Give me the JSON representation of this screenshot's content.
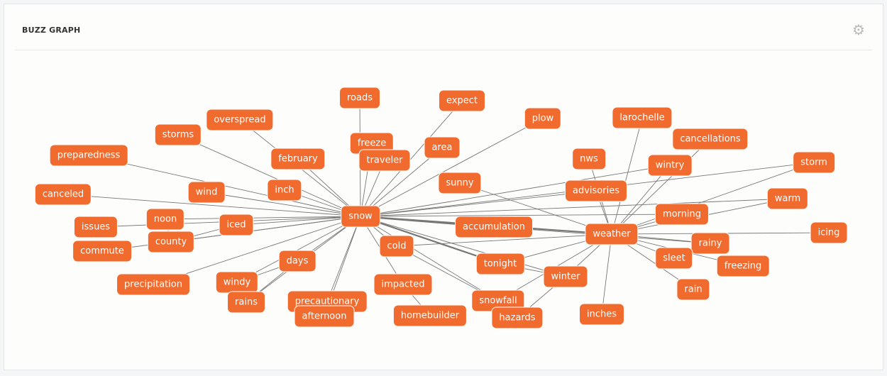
{
  "header": {
    "title": "BUZZ GRAPH",
    "settings_icon": "gear-icon"
  },
  "node_color": "#f26b2e",
  "nodes": [
    "roads",
    "expect",
    "plow",
    "larochelle",
    "overspread",
    "storms",
    "cancellations",
    "preparedness",
    "freeze",
    "february",
    "traveler",
    "area",
    "nws",
    "wintry",
    "storm",
    "canceled",
    "wind",
    "inch",
    "sunny",
    "advisories",
    "warm",
    "snow",
    "morning",
    "noon",
    "iced",
    "issues",
    "accumulation",
    "weather",
    "icing",
    "county",
    "commute",
    "cold",
    "rainy",
    "sleet",
    "days",
    "tonight",
    "freezing",
    "windy",
    "precipitation",
    "winter",
    "rain",
    "impacted",
    "rains",
    "precautionary",
    "snowfall",
    "afternoon",
    "homebuilder",
    "hazards",
    "inches"
  ],
  "edges": [
    [
      "snow",
      "roads"
    ],
    [
      "snow",
      "expect"
    ],
    [
      "snow",
      "plow"
    ],
    [
      "snow",
      "overspread"
    ],
    [
      "snow",
      "storms"
    ],
    [
      "snow",
      "preparedness"
    ],
    [
      "snow",
      "freeze"
    ],
    [
      "snow",
      "february"
    ],
    [
      "snow",
      "traveler"
    ],
    [
      "snow",
      "area"
    ],
    [
      "snow",
      "canceled"
    ],
    [
      "snow",
      "wind"
    ],
    [
      "snow",
      "inch"
    ],
    [
      "snow",
      "noon"
    ],
    [
      "snow",
      "iced"
    ],
    [
      "snow",
      "issues"
    ],
    [
      "snow",
      "county"
    ],
    [
      "snow",
      "commute"
    ],
    [
      "snow",
      "cold"
    ],
    [
      "snow",
      "days"
    ],
    [
      "snow",
      "windy"
    ],
    [
      "snow",
      "precipitation"
    ],
    [
      "snow",
      "rains"
    ],
    [
      "snow",
      "precautionary"
    ],
    [
      "snow",
      "afternoon"
    ],
    [
      "snow",
      "impacted"
    ],
    [
      "snow",
      "snowfall"
    ],
    [
      "snow",
      "tonight"
    ],
    [
      "snow",
      "winter"
    ],
    [
      "snow",
      "accumulation"
    ],
    [
      "snow",
      "weather"
    ],
    [
      "snow",
      "wintry"
    ],
    [
      "snow",
      "advisories"
    ],
    [
      "snow",
      "morning"
    ],
    [
      "snow",
      "rainy"
    ],
    [
      "snow",
      "storm"
    ],
    [
      "snow",
      "warm"
    ],
    [
      "weather",
      "larochelle"
    ],
    [
      "weather",
      "cancellations"
    ],
    [
      "weather",
      "nws"
    ],
    [
      "weather",
      "wintry"
    ],
    [
      "weather",
      "storm"
    ],
    [
      "weather",
      "warm"
    ],
    [
      "weather",
      "advisories"
    ],
    [
      "weather",
      "morning"
    ],
    [
      "weather",
      "icing"
    ],
    [
      "weather",
      "rainy"
    ],
    [
      "weather",
      "sleet"
    ],
    [
      "weather",
      "freezing"
    ],
    [
      "weather",
      "rain"
    ],
    [
      "weather",
      "winter"
    ],
    [
      "weather",
      "tonight"
    ],
    [
      "weather",
      "inches"
    ],
    [
      "weather",
      "cold"
    ],
    [
      "weather",
      "sunny"
    ],
    [
      "weather",
      "snowfall"
    ],
    [
      "winter",
      "hazards"
    ],
    [
      "tonight",
      "winter"
    ],
    [
      "impacted",
      "homebuilder"
    ],
    [
      "cold",
      "snowfall"
    ],
    [
      "days",
      "windy"
    ],
    [
      "days",
      "rains"
    ],
    [
      "county",
      "iced"
    ],
    [
      "noon",
      "county"
    ]
  ]
}
